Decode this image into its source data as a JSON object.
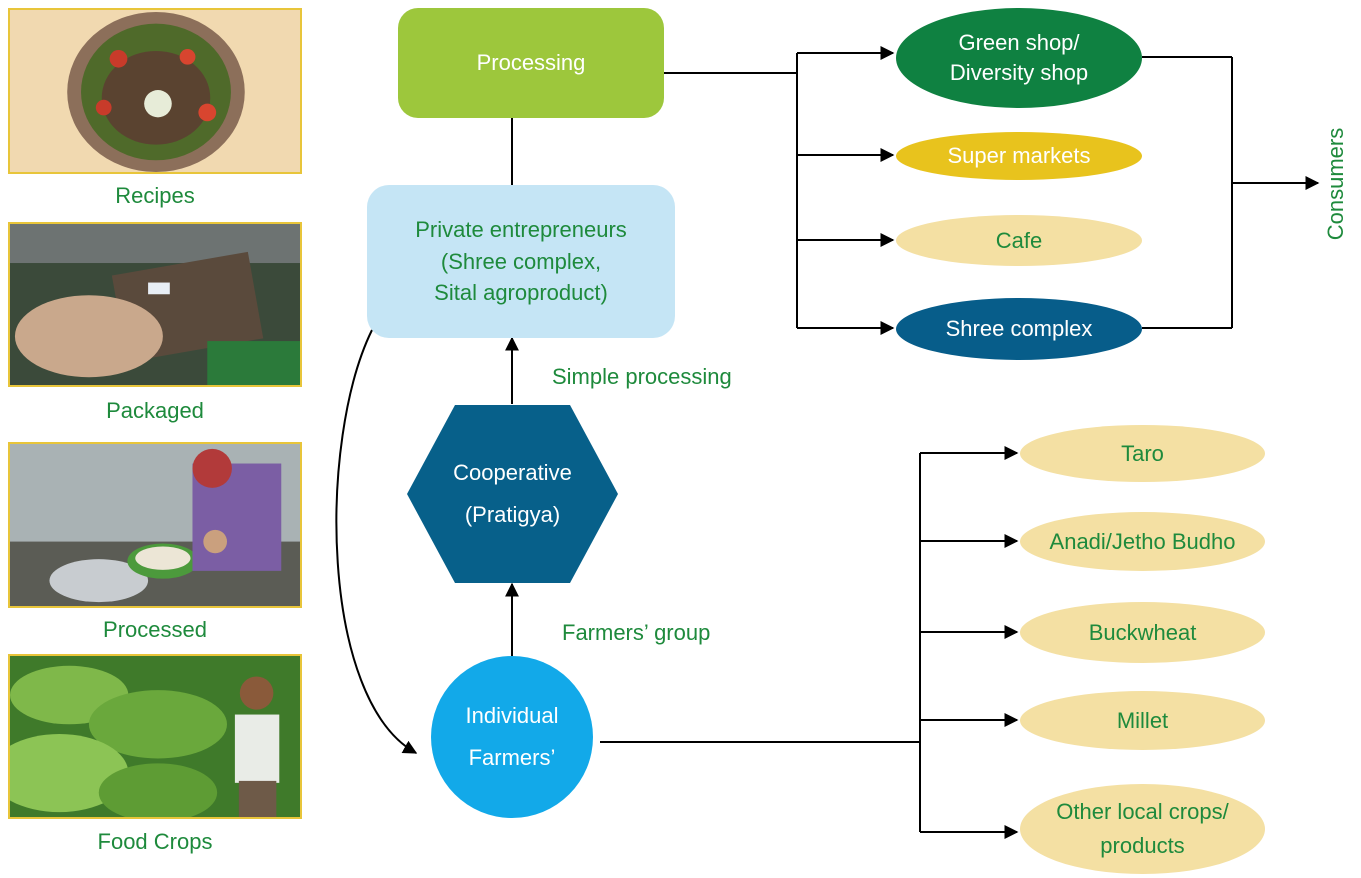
{
  "photos": {
    "recipes": "Recipes",
    "packaged": "Packaged",
    "processed": "Processed",
    "food_crops": "Food Crops"
  },
  "chain": {
    "processing": "Processing",
    "private_entrepreneurs": [
      "Private entrepreneurs",
      "(Shree complex,",
      "Sital agroproduct)"
    ],
    "simple_processing": "Simple processing",
    "cooperative": [
      "Cooperative",
      "(Pratigya)"
    ],
    "farmers_group": "Farmers’ group",
    "individual_farmers": [
      "Individual",
      "Farmers’"
    ]
  },
  "outlets": {
    "green_shop": [
      "Green shop/",
      "Diversity shop"
    ],
    "super_markets": "Super markets",
    "cafe": "Cafe",
    "shree_complex": "Shree complex",
    "consumers": "Consumers"
  },
  "crops": {
    "taro": "Taro",
    "anadi": "Anadi/Jetho Budho",
    "buckwheat": "Buckwheat",
    "millet": "Millet",
    "other": [
      "Other local crops/",
      "products"
    ]
  },
  "colors": {
    "caption_green": "#1e8a3c",
    "processing": "#9dc73c",
    "entrepreneurs": "#c5e5f5",
    "cooperative": "#07608a",
    "farmers": "#12a9e9",
    "green_shop": "#0f8141",
    "super_markets": "#e8c31d",
    "pale": "#f4e0a3",
    "shree_complex": "#075d8a",
    "photo_border": "#e8c53a"
  }
}
